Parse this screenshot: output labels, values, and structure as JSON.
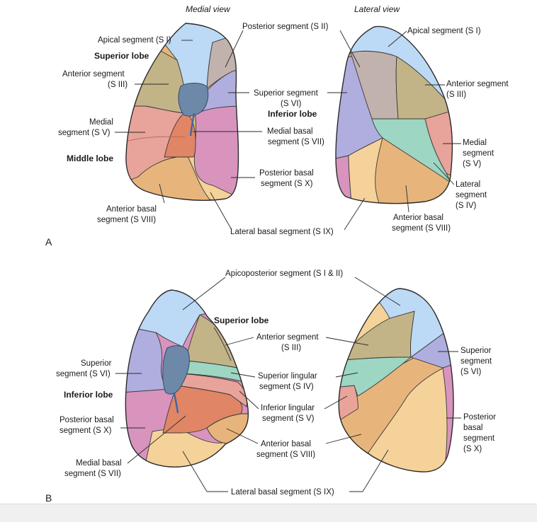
{
  "colors": {
    "apical": "#bcd9f5",
    "posterior": "#c2b2ad",
    "anterior_upper": "#c3b488",
    "superior_lower": "#b0aedf",
    "medial_middle": "#e8a39a",
    "medial_basal": "#e08566",
    "posterior_basal": "#d894bd",
    "anterior_basal": "#e7b57b",
    "lateral_basal": "#f4d29a",
    "lateral_middle": "#9dd6c2",
    "hilum": "#6d88a8"
  },
  "panel_a": {
    "letter": "A",
    "medial_view_title": "Medial view",
    "lateral_view_title": "Lateral view",
    "labels": {
      "apical_left": "Apical segment (S I)",
      "superior_lobe": "Superior lobe",
      "anterior_left_1": "Anterior segment",
      "anterior_left_2": "(S III)",
      "medial_left_1": "Medial",
      "medial_left_2": "segment (S V)",
      "middle_lobe": "Middle lobe",
      "anterior_basal_left_1": "Anterior basal",
      "anterior_basal_left_2": "segment (S VIII)",
      "posterior_top": "Posterior segment (S II)",
      "superior_center_1": "Superior segment",
      "superior_center_2": "(S VI)",
      "inferior_lobe": "Inferior lobe",
      "medial_basal_center_1": "Medial basal",
      "medial_basal_center_2": "segment (S VII)",
      "posterior_basal_center_1": "Posterior basal",
      "posterior_basal_center_2": "segment (S X)",
      "lateral_basal_bottom": "Lateral basal segment (S IX)",
      "apical_right": "Apical segment (S I)",
      "anterior_right_1": "Anterior segment",
      "anterior_right_2": "(S III)",
      "medial_right_1": "Medial",
      "medial_right_2": "segment",
      "medial_right_3": "(S V)",
      "lateral_right_1": "Lateral",
      "lateral_right_2": "segment",
      "lateral_right_3": "(S IV)",
      "anterior_basal_right_1": "Anterior basal",
      "anterior_basal_right_2": "segment (S VIII)"
    }
  },
  "panel_b": {
    "letter": "B",
    "labels": {
      "apicoposterior": "Apicoposterior segment (S I & II)",
      "superior_lobe": "Superior lobe",
      "anterior_1": "Anterior segment",
      "anterior_2": "(S III)",
      "superior_left_1": "Superior",
      "superior_left_2": "segment (S VI)",
      "inferior_lobe": "Inferior lobe",
      "superior_lingular_1": "Superior lingular",
      "superior_lingular_2": "segment (S IV)",
      "inferior_lingular_1": "Inferior lingular",
      "inferior_lingular_2": "segment (S V)",
      "posterior_basal_left_1": "Posterior basal",
      "posterior_basal_left_2": "segment (S X)",
      "anterior_basal_1": "Anterior basal",
      "anterior_basal_2": "segment (S VIII)",
      "medial_basal_1": "Medial basal",
      "medial_basal_2": "segment (S VII)",
      "lateral_basal": "Lateral basal segment (S IX)",
      "superior_right_1": "Superior",
      "superior_right_2": "segment",
      "superior_right_3": "(S VI)",
      "posterior_basal_right_1": "Posterior",
      "posterior_basal_right_2": "basal",
      "posterior_basal_right_3": "segment",
      "posterior_basal_right_4": "(S X)"
    }
  }
}
